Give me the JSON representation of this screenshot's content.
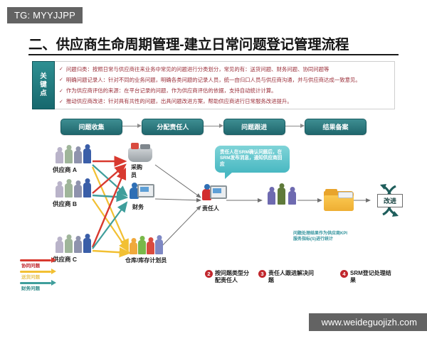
{
  "badge": {
    "label": "TG: MYYJJPP"
  },
  "title": "二、供应商生命周期管理-建立日常问题登记管理流程",
  "key_points": {
    "tab_label_chars": [
      "关",
      "键",
      "点"
    ],
    "tab_label": "关键点",
    "check_mark": "✓",
    "items": [
      "问题归类：按照日常与供应商往来业务中常见的问题进行分类划分，常见的有：送货问题、财务问题、协同问题等",
      "明确问题记录人：针对不同的业务问题，明确各类问题的记录人员，统一由归口人员与供应商沟通，并与供应商达成一致意见。",
      "作为供应商评估的来源：在平台记录的问题，作为供应商评估的依据，支持自动统计计算。",
      "推动供应商改进：针对具有共性的问题，出具问题改进方案，帮助供应商进行日常服务改进提升。"
    ]
  },
  "flow_steps": [
    {
      "label": "问题收集"
    },
    {
      "label": "分配责任人"
    },
    {
      "label": "问题跟进"
    },
    {
      "label": "结果备案"
    }
  ],
  "suppliers": [
    {
      "label": "供应商 A"
    },
    {
      "label": "供应商 B"
    },
    {
      "label": "供应商 C"
    }
  ],
  "roles": [
    {
      "label": "采购员",
      "line1": "采购",
      "line2": "员"
    },
    {
      "label": "财务"
    },
    {
      "label": "仓库/库存计划员"
    }
  ],
  "owner": {
    "label": "责任人"
  },
  "bubble": {
    "text": "责任人在SRM确认问题后，在SRM发布消息，通知供应商回应"
  },
  "kpi_note": {
    "text": "问题处理结果作为供应商KPI服务指标(S)进行统计"
  },
  "improve": {
    "label": "改进"
  },
  "arrow_legend": [
    {
      "label": "协同问题",
      "color": "#d8392f"
    },
    {
      "label": "送货问题",
      "color": "#f2c033"
    },
    {
      "label": "财务问题",
      "color": "#3f9e9c"
    }
  ],
  "numbered_items": [
    {
      "num": "❷",
      "digit": "2",
      "text": "按问题类型分配责任人"
    },
    {
      "num": "❸",
      "digit": "3",
      "text": "责任人跟进解决问题"
    },
    {
      "num": "❹",
      "digit": "4",
      "text": "SRM登记处理结果"
    }
  ],
  "watermark": {
    "text": "www.weideguojizh.com"
  },
  "colors": {
    "teal": "#2e8f92",
    "teal_dark": "#17686d",
    "red": "#c1272d",
    "yellow": "#f2c033",
    "badge_gray": "#636363"
  }
}
